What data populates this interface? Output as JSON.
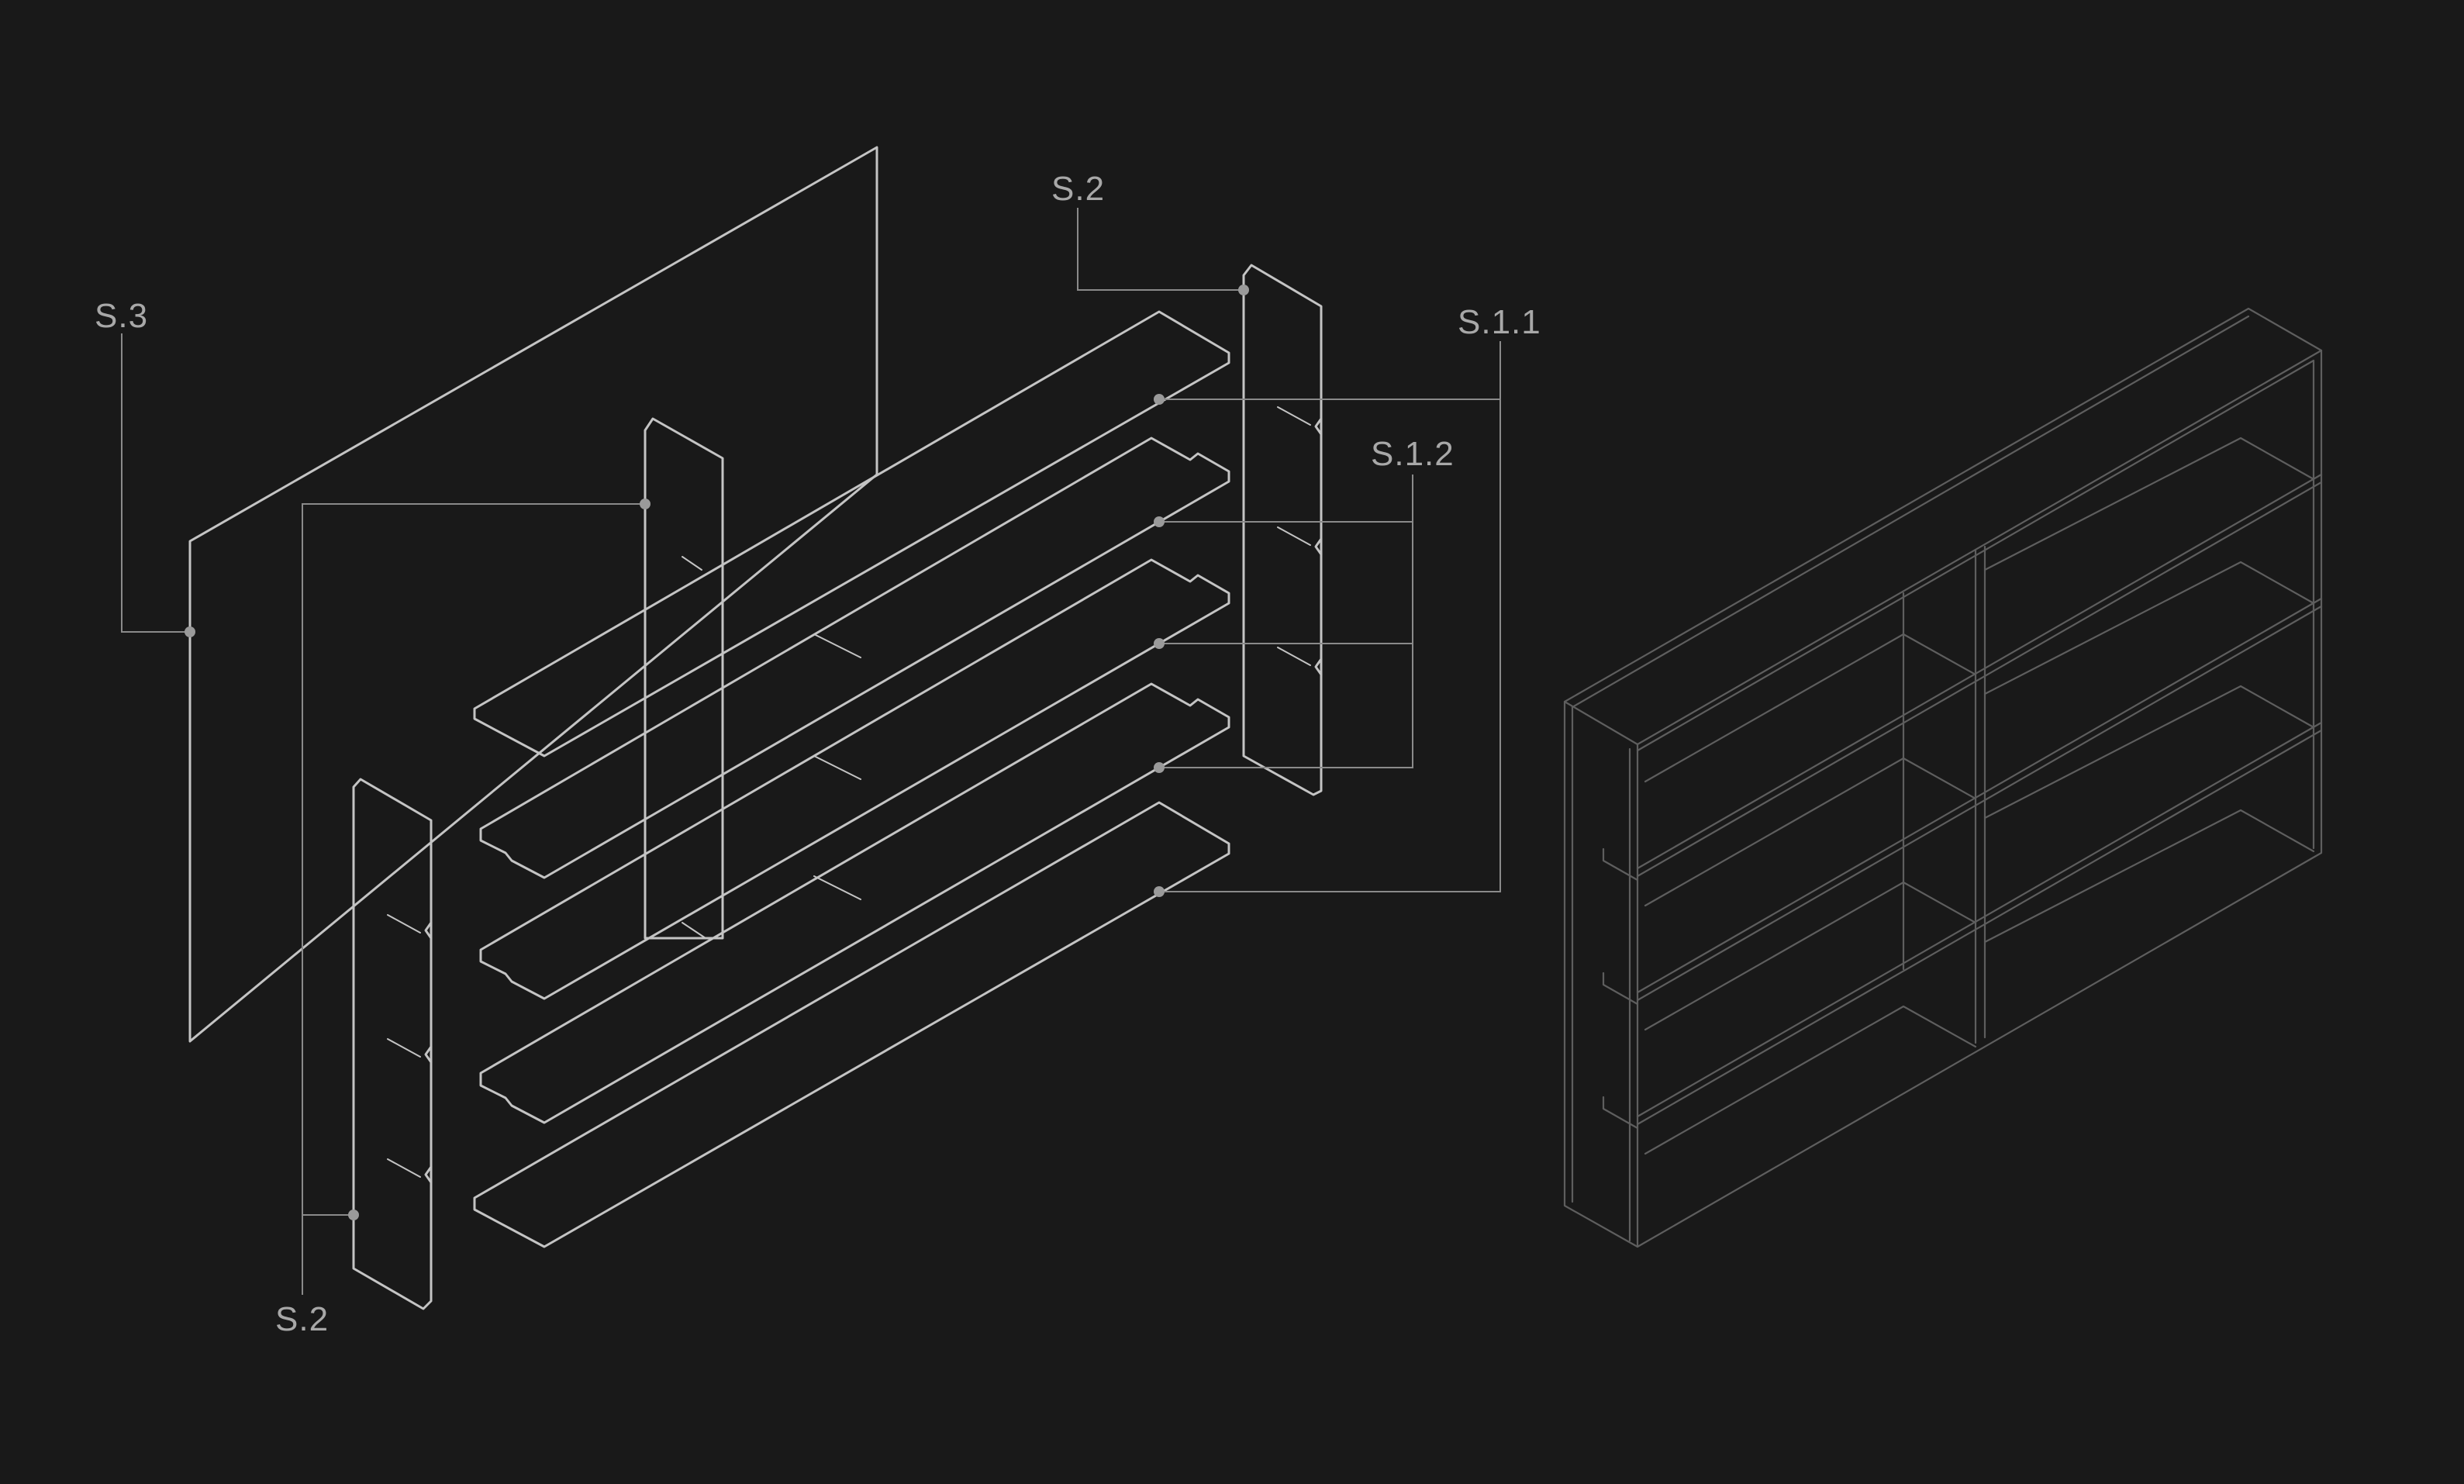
{
  "callouts": {
    "s3": "S.3",
    "s2_bottom": "S.2",
    "s2_top": "S.2",
    "s11": "S.1.1",
    "s12": "S.1.2"
  },
  "colors": {
    "background": "#191919",
    "part_stroke": "#c4c4c4",
    "leader_stroke": "#8a8a8a",
    "label_text": "#a8a8a8",
    "assembled_stroke": "#5e5e5e"
  }
}
